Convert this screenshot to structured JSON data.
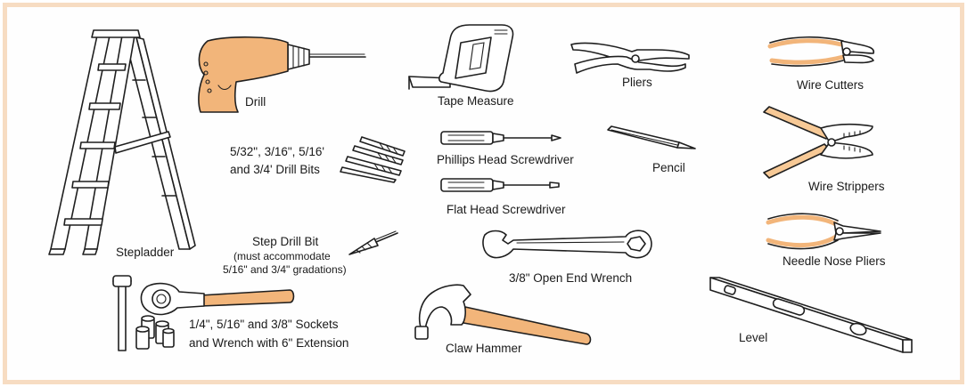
{
  "colors": {
    "frame": "#f7dcc2",
    "handle": "#f2b57a",
    "handle_light": "#f7c996",
    "metal": "#ffffff",
    "ink": "#1f1f1f"
  },
  "tools": {
    "stepladder": {
      "label": "Stepladder",
      "icon": "stepladder-icon"
    },
    "drill": {
      "label": "Drill",
      "icon": "drill-icon"
    },
    "tape_measure": {
      "label": "Tape Measure",
      "icon": "tape-measure-icon"
    },
    "pliers": {
      "label": "Pliers",
      "icon": "pliers-icon"
    },
    "wire_cutters": {
      "label": "Wire Cutters",
      "icon": "wire-cutters-icon"
    },
    "drill_bits": {
      "label_line1": "5/32\", 3/16\", 5/16'",
      "label_line2": "and 3/4' Drill Bits",
      "icon": "drill-bits-icon"
    },
    "phillips_screwdriver": {
      "label": "Phillips Head Screwdriver",
      "icon": "phillips-screwdriver-icon"
    },
    "pencil": {
      "label": "Pencil",
      "icon": "pencil-icon"
    },
    "wire_strippers": {
      "label": "Wire Strippers",
      "icon": "wire-strippers-icon"
    },
    "flat_screwdriver": {
      "label": "Flat Head Screwdriver",
      "icon": "flat-screwdriver-icon"
    },
    "step_drill_bit": {
      "label_line1": "Step Drill Bit",
      "label_line2": "(must accommodate",
      "label_line3": "5/16\" and 3/4\" gradations)",
      "icon": "step-drill-bit-icon"
    },
    "open_end_wrench": {
      "label": "3/8\" Open End Wrench",
      "icon": "open-end-wrench-icon"
    },
    "needle_nose_pliers": {
      "label": "Needle Nose Pliers",
      "icon": "needle-nose-pliers-icon"
    },
    "sockets": {
      "label_line1": "1/4\", 5/16\" and 3/8\" Sockets",
      "label_line2": "and Wrench with 6\" Extension",
      "icon": "socket-set-icon"
    },
    "claw_hammer": {
      "label": "Claw Hammer",
      "icon": "claw-hammer-icon"
    },
    "level": {
      "label": "Level",
      "icon": "level-icon"
    }
  }
}
